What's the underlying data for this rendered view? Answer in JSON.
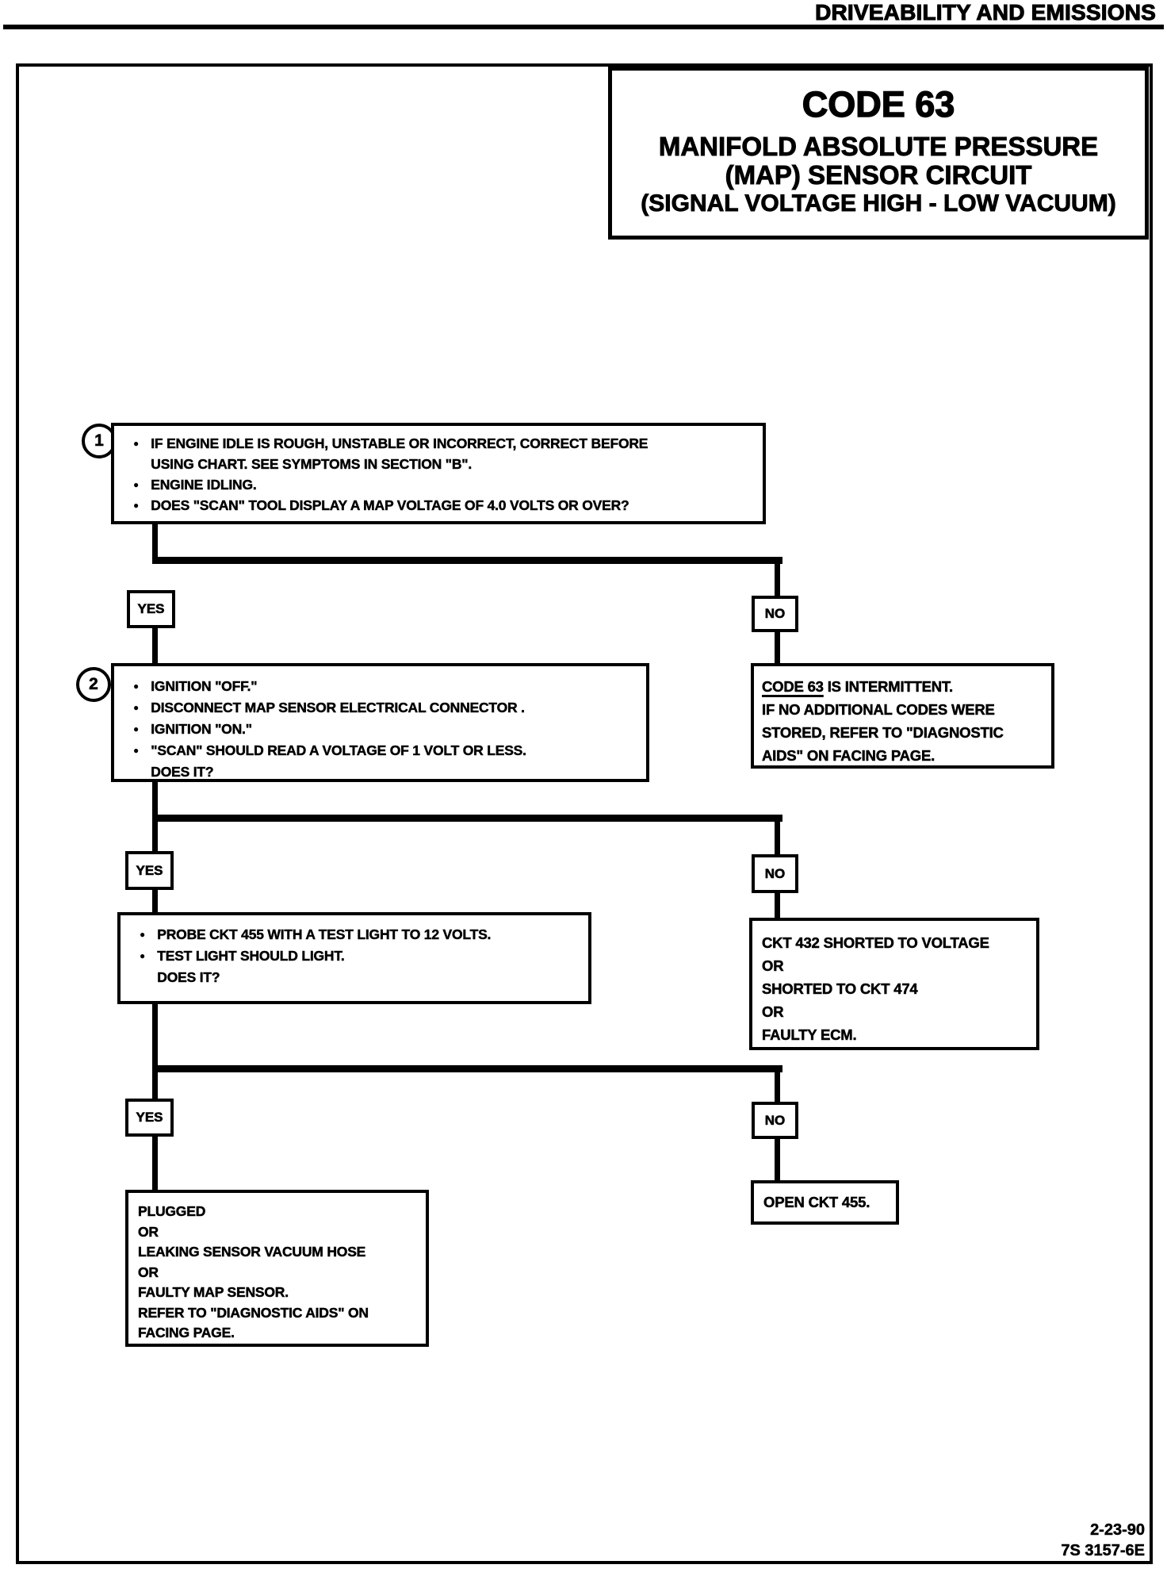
{
  "page": {
    "header": "DRIVEABILITY AND EMISSIONS",
    "footer": {
      "date": "2-23-90",
      "code": "7S 3157-6E"
    }
  },
  "title_box": {
    "code": "CODE 63",
    "line1": "MANIFOLD ABSOLUTE PRESSURE",
    "line2": "(MAP) SENSOR CIRCUIT",
    "line3": "(SIGNAL VOLTAGE HIGH - LOW VACUUM)"
  },
  "labels": {
    "yes": "YES",
    "no": "NO"
  },
  "steps": {
    "step1": {
      "number": "1",
      "bullets": [
        "IF ENGINE IDLE IS ROUGH, UNSTABLE OR INCORRECT, CORRECT BEFORE\nUSING CHART.  SEE SYMPTOMS IN SECTION \"B\".",
        "ENGINE IDLING.",
        "DOES \"SCAN\" TOOL DISPLAY A MAP VOLTAGE OF 4.0  VOLTS OR OVER?"
      ]
    },
    "step2": {
      "number": "2",
      "bullets": [
        "IGNITION \"OFF.\"",
        "DISCONNECT MAP SENSOR ELECTRICAL CONNECTOR .",
        "IGNITION \"ON.\"",
        "\"SCAN\" SHOULD READ  A VOLTAGE OF 1 VOLT OR LESS.\nDOES IT?"
      ]
    },
    "step3": {
      "bullets": [
        "PROBE CKT 455 WITH A TEST LIGHT TO 12  VOLTS.",
        "TEST LIGHT SHOULD LIGHT.\nDOES IT?"
      ]
    }
  },
  "results": {
    "intermittent": {
      "lead": "CODE 63",
      "lead_rest": " IS INTERMITTENT.",
      "body": "IF NO ADDITIONAL CODES WERE\nSTORED, REFER TO \"DIAGNOSTIC\nAIDS\" ON FACING PAGE."
    },
    "shorted": "CKT 432 SHORTED TO VOLTAGE\nOR\nSHORTED TO CKT 474\nOR\nFAULTY ECM.",
    "plugged": "PLUGGED\nOR\nLEAKING SENSOR  VACUUM HOSE\nOR\nFAULTY MAP SENSOR.\nREFER TO \"DIAGNOSTIC AIDS\" ON\nFACING PAGE.",
    "open": "OPEN CKT 455."
  }
}
